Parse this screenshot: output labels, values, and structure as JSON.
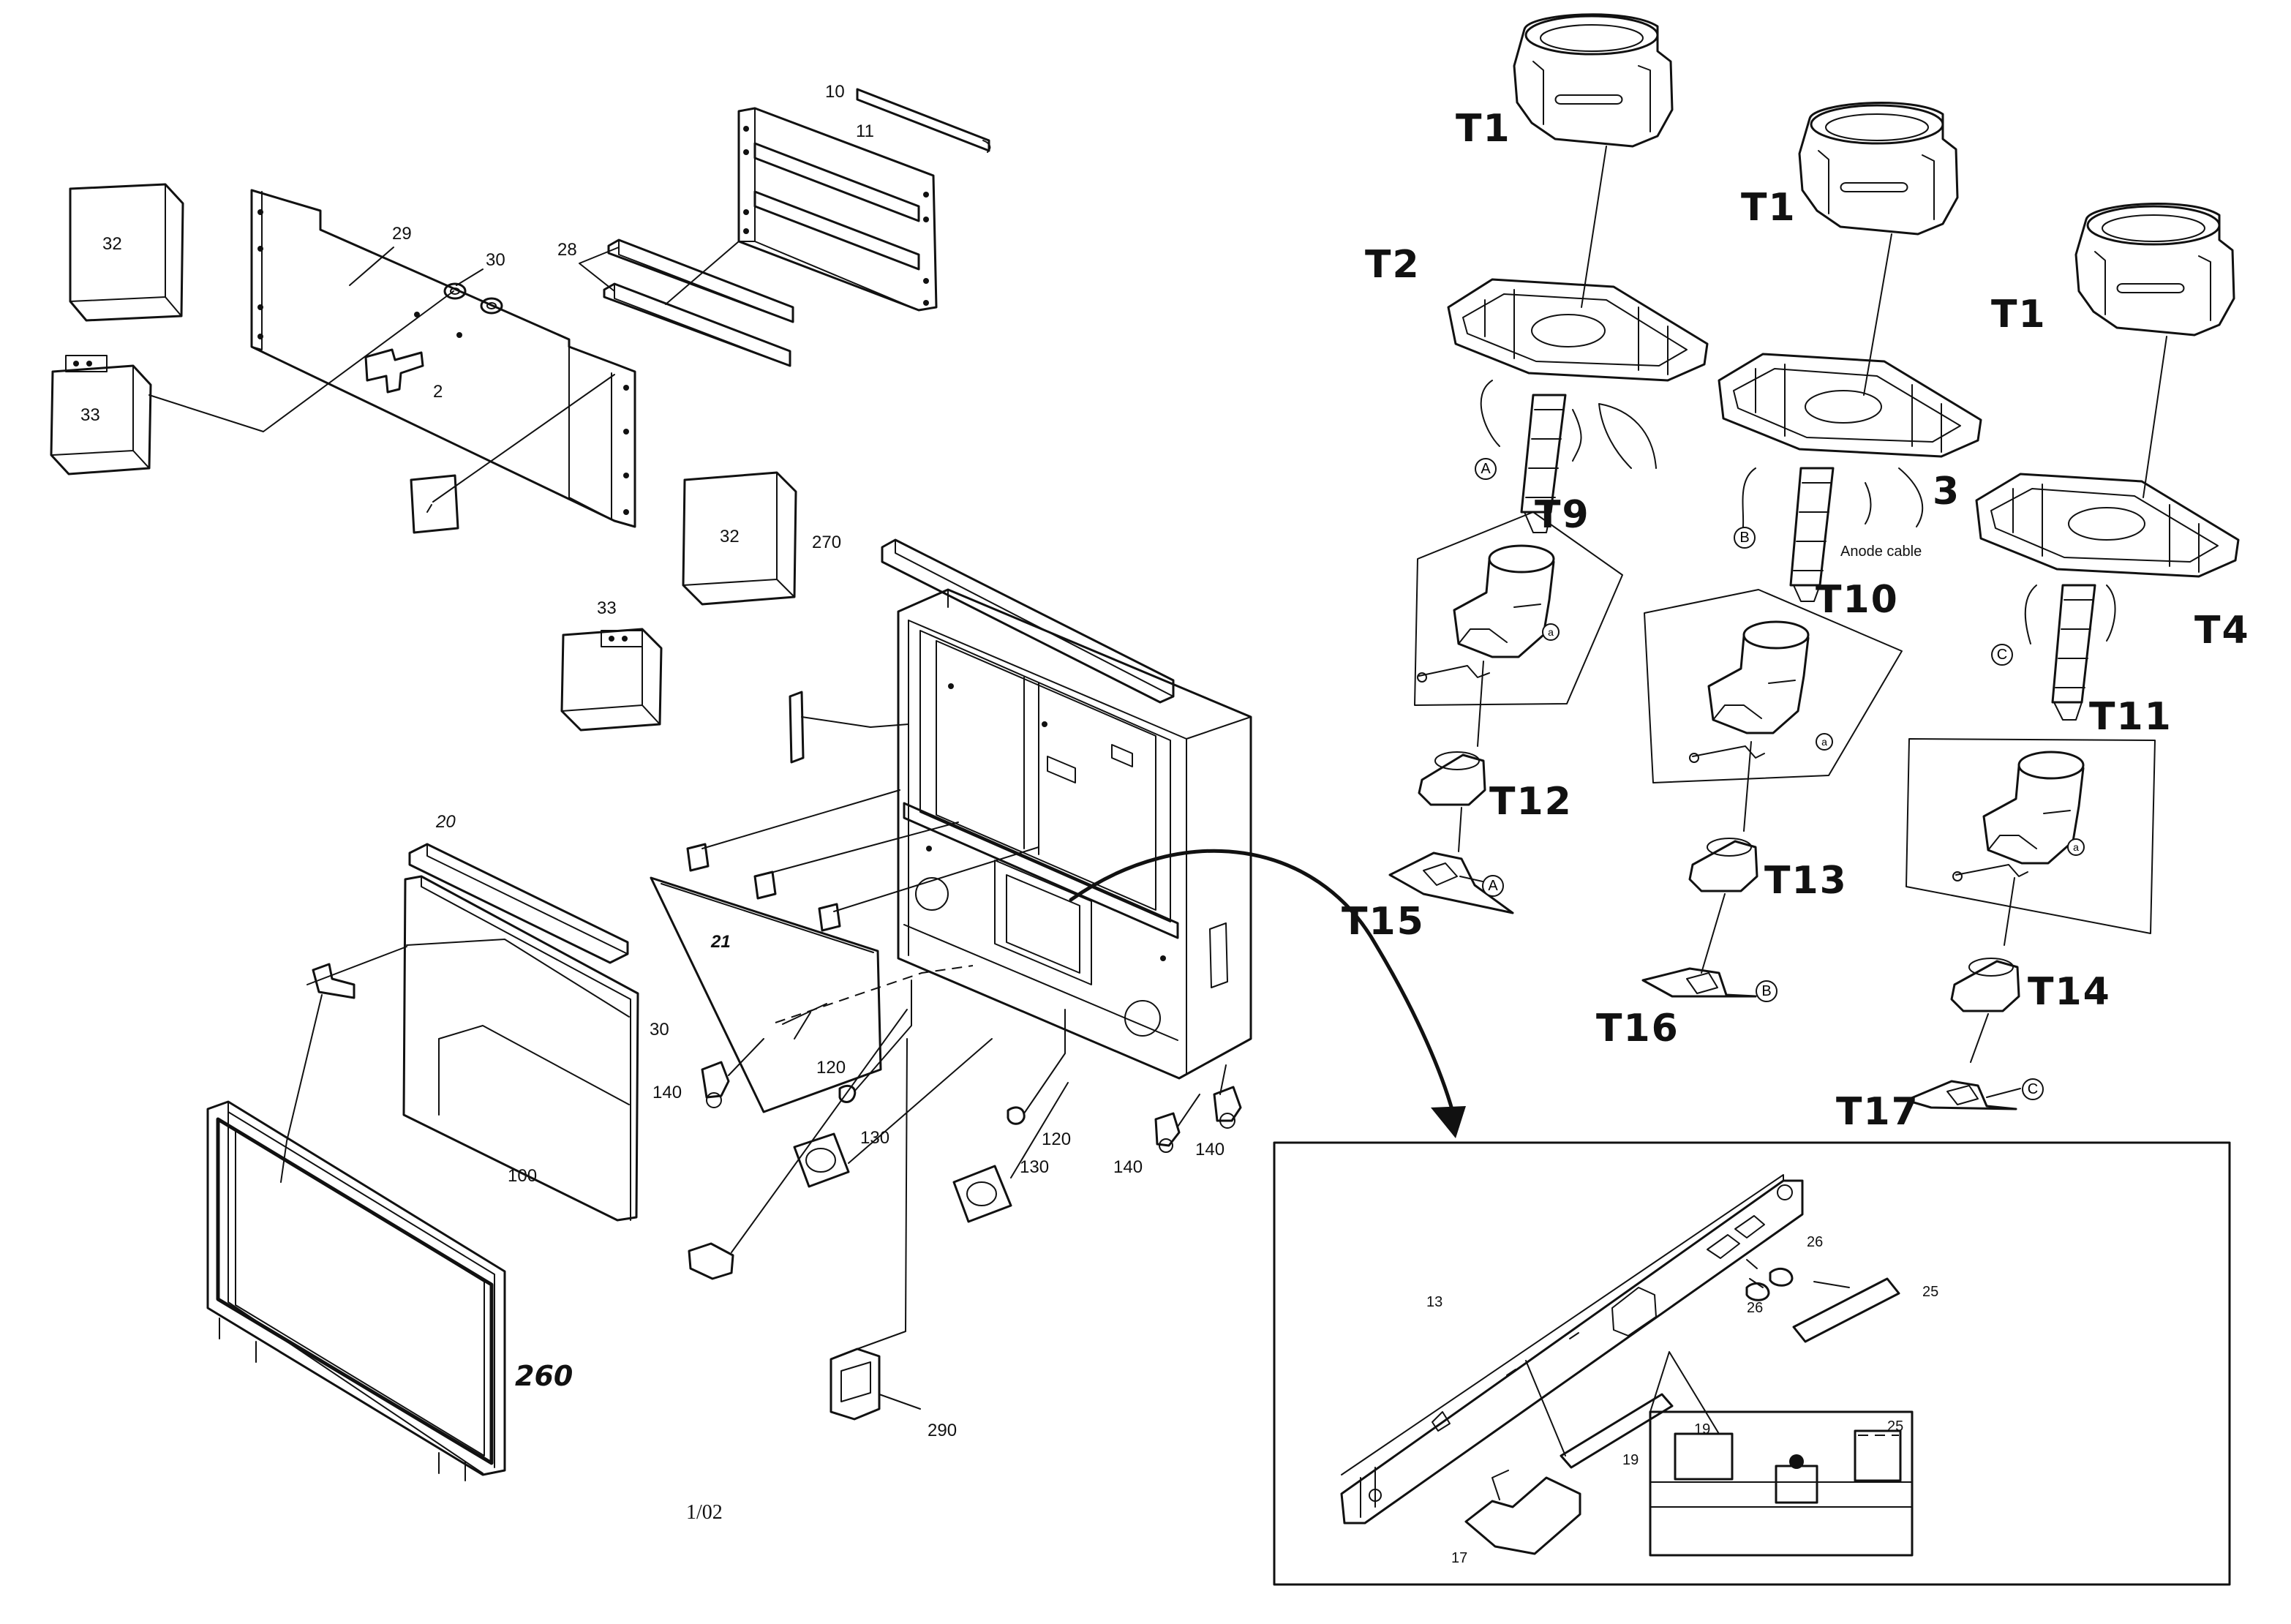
{
  "callouts": {
    "c32a": "32",
    "c29": "29",
    "c30a": "30",
    "c2": "2",
    "c33a": "33",
    "c10": "10",
    "c11": "11",
    "c28": "28",
    "c32b": "32",
    "c33b": "33",
    "c270": "270",
    "c20": "20",
    "c21": "21",
    "c30b": "30",
    "c100": "100",
    "c260": "260",
    "c140a": "140",
    "c120a": "120",
    "c130a": "130",
    "c130b": "130",
    "c120b": "120",
    "c140b": "140",
    "c140c": "140",
    "c290": "290",
    "c13": "13",
    "c26a": "26",
    "c26b": "26",
    "c25a": "25",
    "c19a": "19",
    "c19b": "19",
    "c25b": "25",
    "c17": "17"
  },
  "tube_labels": {
    "t1a": "T1",
    "t1b": "T1",
    "t1c": "T1",
    "t2": "T2",
    "t3": "3",
    "t4": "T4",
    "t9": "T9",
    "t10": "T10",
    "t11": "T11",
    "t12": "T12",
    "t13": "T13",
    "t14": "T14",
    "t15": "T15",
    "t16": "T16",
    "t17": "T17"
  },
  "markers": {
    "a1": "A",
    "a2": "A",
    "b1": "B",
    "b2": "B",
    "c1": "C",
    "c2": "C",
    "sa": "a",
    "sb": "a",
    "sc": "a"
  },
  "anode_cable": "Anode cable",
  "footer_code": "1/02"
}
